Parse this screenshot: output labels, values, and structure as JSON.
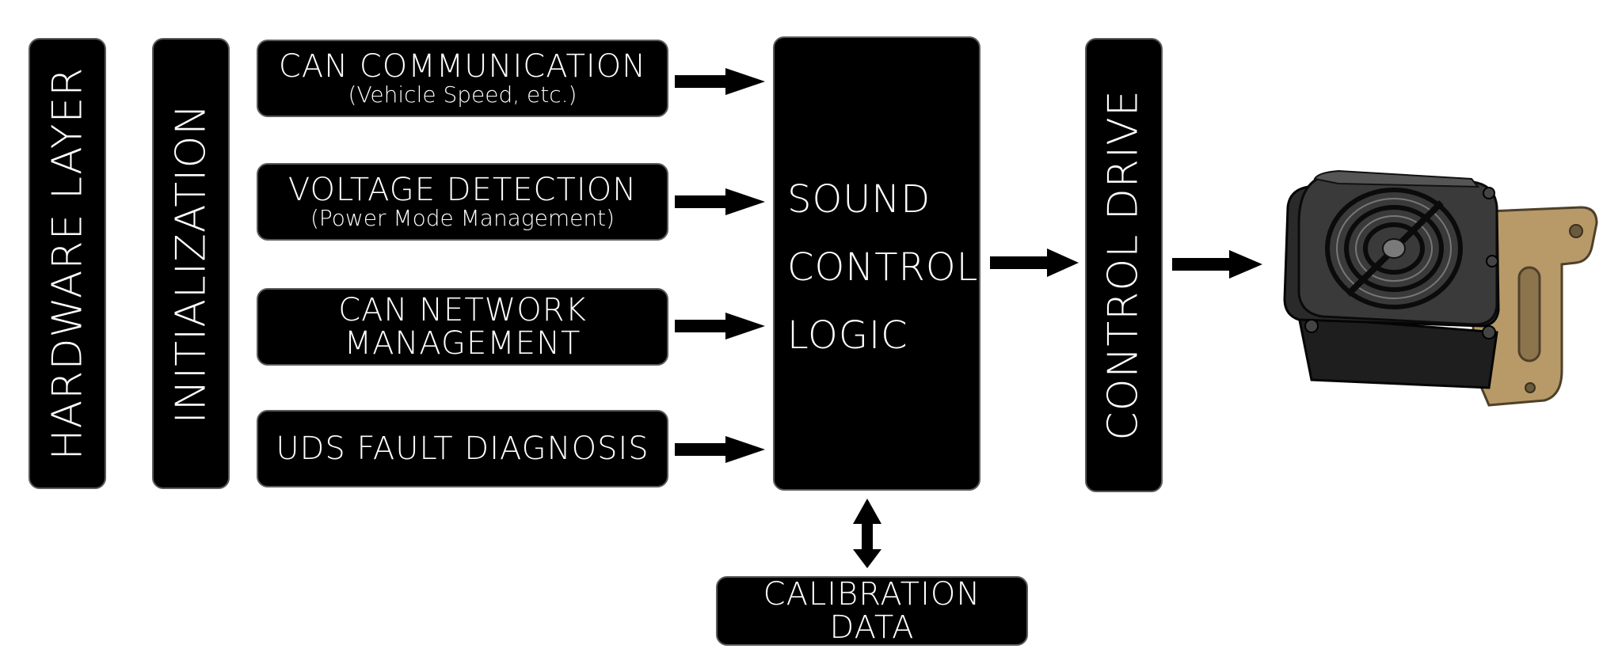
{
  "layers": {
    "hardware": "HARDWARE LAYER",
    "initialization": "INITIALIZATION",
    "control_drive": "CONTROL DRIVE"
  },
  "inputs": [
    {
      "title": "CAN COMMUNICATION",
      "subtitle": "(Vehicle Speed, etc.)"
    },
    {
      "title": "VOLTAGE DETECTION",
      "subtitle": "(Power Mode Management)"
    },
    {
      "title": "CAN  NETWORK",
      "subtitle": "MANAGEMENT"
    },
    {
      "title": "UDS FAULT DIAGNOSIS",
      "subtitle": ""
    }
  ],
  "logic": {
    "line1": "SOUND",
    "line2": "CONTROL",
    "line3": "LOGIC"
  },
  "calibration": "CALIBRATION DATA",
  "device_icon": "sound-generator-device-icon",
  "colors": {
    "block": "#000000",
    "text": "#ffffff",
    "bracket": "#b79a68"
  }
}
